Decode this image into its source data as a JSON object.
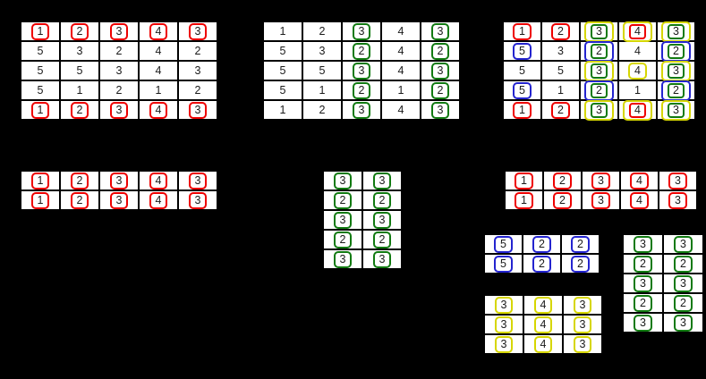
{
  "colors": {
    "background": "#000000",
    "cell_bg": "#ffffff",
    "text": "#1a1a1a",
    "red": "#ee0000",
    "green": "#117a11",
    "blue": "#2424cf",
    "yellow": "#d6d600"
  },
  "tables": [
    {
      "name": "matrix-red-row-selection",
      "values": [
        [
          "1",
          "2",
          "3",
          "4",
          "3"
        ],
        [
          "5",
          "3",
          "2",
          "4",
          "2"
        ],
        [
          "5",
          "5",
          "3",
          "4",
          "3"
        ],
        [
          "5",
          "1",
          "2",
          "1",
          "2"
        ],
        [
          "1",
          "2",
          "3",
          "4",
          "3"
        ]
      ],
      "boxes": [
        [
          "red",
          "red",
          "red",
          "red",
          "red"
        ],
        [
          "",
          "",
          "",
          "",
          ""
        ],
        [
          "",
          "",
          "",
          "",
          ""
        ],
        [
          "",
          "",
          "",
          "",
          ""
        ],
        [
          "red",
          "red",
          "red",
          "red",
          "red"
        ]
      ]
    },
    {
      "name": "matrix-green-column-selection",
      "values": [
        [
          "1",
          "2",
          "3",
          "4",
          "3"
        ],
        [
          "5",
          "3",
          "2",
          "4",
          "2"
        ],
        [
          "5",
          "5",
          "3",
          "4",
          "3"
        ],
        [
          "5",
          "1",
          "2",
          "1",
          "2"
        ],
        [
          "1",
          "2",
          "3",
          "4",
          "3"
        ]
      ],
      "boxes": [
        [
          "",
          "",
          "green",
          "",
          "green"
        ],
        [
          "",
          "",
          "green",
          "",
          "green"
        ],
        [
          "",
          "",
          "green",
          "",
          "green"
        ],
        [
          "",
          "",
          "green",
          "",
          "green"
        ],
        [
          "",
          "",
          "green",
          "",
          "green"
        ]
      ]
    },
    {
      "name": "matrix-combined-selection",
      "values": [
        [
          "1",
          "2",
          "3",
          "4",
          "3"
        ],
        [
          "5",
          "3",
          "2",
          "4",
          "2"
        ],
        [
          "5",
          "5",
          "3",
          "4",
          "3"
        ],
        [
          "5",
          "1",
          "2",
          "1",
          "2"
        ],
        [
          "1",
          "2",
          "3",
          "4",
          "3"
        ]
      ],
      "boxes": [
        [
          "red",
          "red",
          "yellow,green",
          "yellow,red",
          "yellow,green"
        ],
        [
          "blue",
          "",
          "blue,green",
          "",
          "blue,green"
        ],
        [
          "",
          "",
          "yellow,green",
          "yellow",
          "yellow,green"
        ],
        [
          "blue",
          "",
          "blue,green",
          "",
          "blue,green"
        ],
        [
          "red",
          "red",
          "yellow,green",
          "yellow,red",
          "yellow,green"
        ]
      ]
    },
    {
      "name": "result-red-row-slice",
      "values": [
        [
          "1",
          "2",
          "3",
          "4",
          "3"
        ],
        [
          "1",
          "2",
          "3",
          "4",
          "3"
        ]
      ],
      "boxes": [
        [
          "red",
          "red",
          "red",
          "red",
          "red"
        ],
        [
          "red",
          "red",
          "red",
          "red",
          "red"
        ]
      ]
    },
    {
      "name": "result-green-column-slice",
      "values": [
        [
          "3",
          "3"
        ],
        [
          "2",
          "2"
        ],
        [
          "3",
          "3"
        ],
        [
          "2",
          "2"
        ],
        [
          "3",
          "3"
        ]
      ],
      "boxes": [
        [
          "green",
          "green"
        ],
        [
          "green",
          "green"
        ],
        [
          "green",
          "green"
        ],
        [
          "green",
          "green"
        ],
        [
          "green",
          "green"
        ]
      ]
    },
    {
      "name": "result-red-row-slice-right",
      "values": [
        [
          "1",
          "2",
          "3",
          "4",
          "3"
        ],
        [
          "1",
          "2",
          "3",
          "4",
          "3"
        ]
      ],
      "boxes": [
        [
          "red",
          "red",
          "red",
          "red",
          "red"
        ],
        [
          "red",
          "red",
          "red",
          "red",
          "red"
        ]
      ]
    },
    {
      "name": "result-blue-selection",
      "values": [
        [
          "5",
          "2",
          "2"
        ],
        [
          "5",
          "2",
          "2"
        ]
      ],
      "boxes": [
        [
          "blue",
          "blue",
          "blue"
        ],
        [
          "blue",
          "blue",
          "blue"
        ]
      ]
    },
    {
      "name": "result-yellow-selection",
      "values": [
        [
          "3",
          "4",
          "3"
        ],
        [
          "3",
          "4",
          "3"
        ],
        [
          "3",
          "4",
          "3"
        ]
      ],
      "boxes": [
        [
          "yellow",
          "yellow",
          "yellow"
        ],
        [
          "yellow",
          "yellow",
          "yellow"
        ],
        [
          "yellow",
          "yellow",
          "yellow"
        ]
      ]
    },
    {
      "name": "result-green-column-slice-right",
      "values": [
        [
          "3",
          "3"
        ],
        [
          "2",
          "2"
        ],
        [
          "3",
          "3"
        ],
        [
          "2",
          "2"
        ],
        [
          "3",
          "3"
        ]
      ],
      "boxes": [
        [
          "green",
          "green"
        ],
        [
          "green",
          "green"
        ],
        [
          "green",
          "green"
        ],
        [
          "green",
          "green"
        ],
        [
          "green",
          "green"
        ]
      ]
    }
  ]
}
